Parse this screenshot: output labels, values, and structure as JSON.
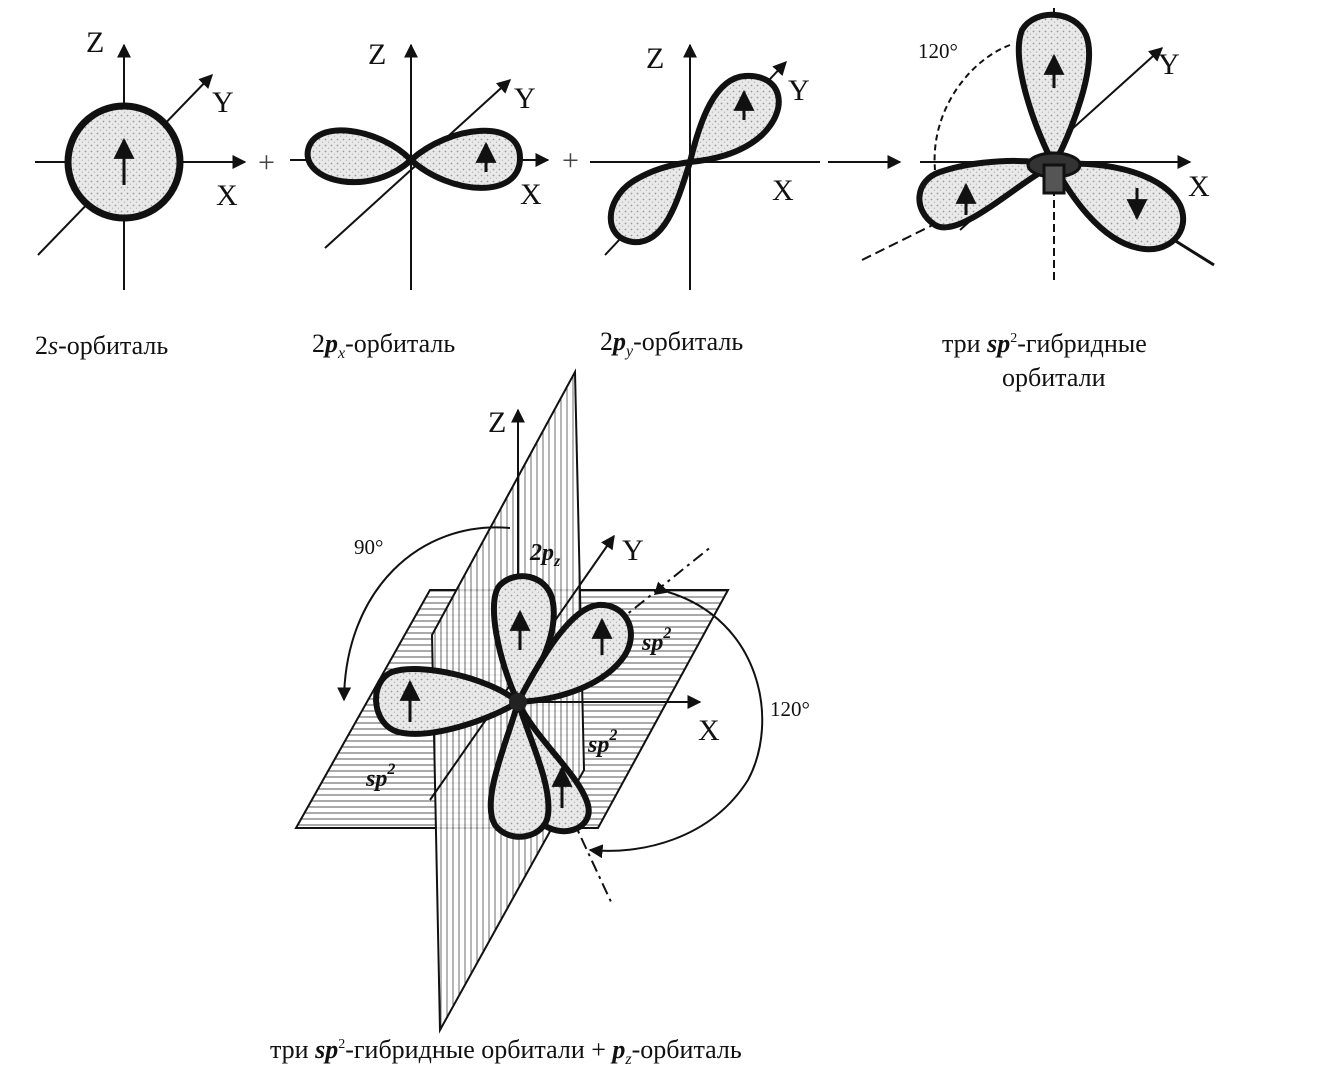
{
  "axes": {
    "x": "X",
    "y": "Y",
    "z": "Z"
  },
  "operators": {
    "plus": "+",
    "arrow": "→"
  },
  "panels": [
    {
      "id": "2s",
      "caption": {
        "prefix": "2",
        "italic": "s",
        "sub": "",
        "suffix": "-орбиталь"
      }
    },
    {
      "id": "2px",
      "caption": {
        "prefix": "2",
        "italic": "p",
        "sub": "x",
        "suffix": "-орбиталь"
      }
    },
    {
      "id": "2py",
      "caption": {
        "prefix": "2",
        "italic": "p",
        "sub": "y",
        "suffix": "-орбиталь"
      }
    },
    {
      "id": "sp2",
      "caption_line1": {
        "prefix": "три ",
        "italic": "sp",
        "sup": "2",
        "suffix": "-гибридные"
      },
      "caption_line2": "орбитали",
      "angle": "120°"
    }
  ],
  "bottom": {
    "angle_z": "90°",
    "angle_xy": "120°",
    "pz_label": {
      "italic": "2p",
      "sub": "z"
    },
    "sp2_label": {
      "italic": "sp",
      "sup": "2"
    },
    "caption": {
      "prefix": "три ",
      "italic": "sp",
      "sup": "2",
      "mid": "-гибридные орбитали + ",
      "italic2": "p",
      "sub2": "z",
      "suffix": "-орбиталь"
    }
  }
}
